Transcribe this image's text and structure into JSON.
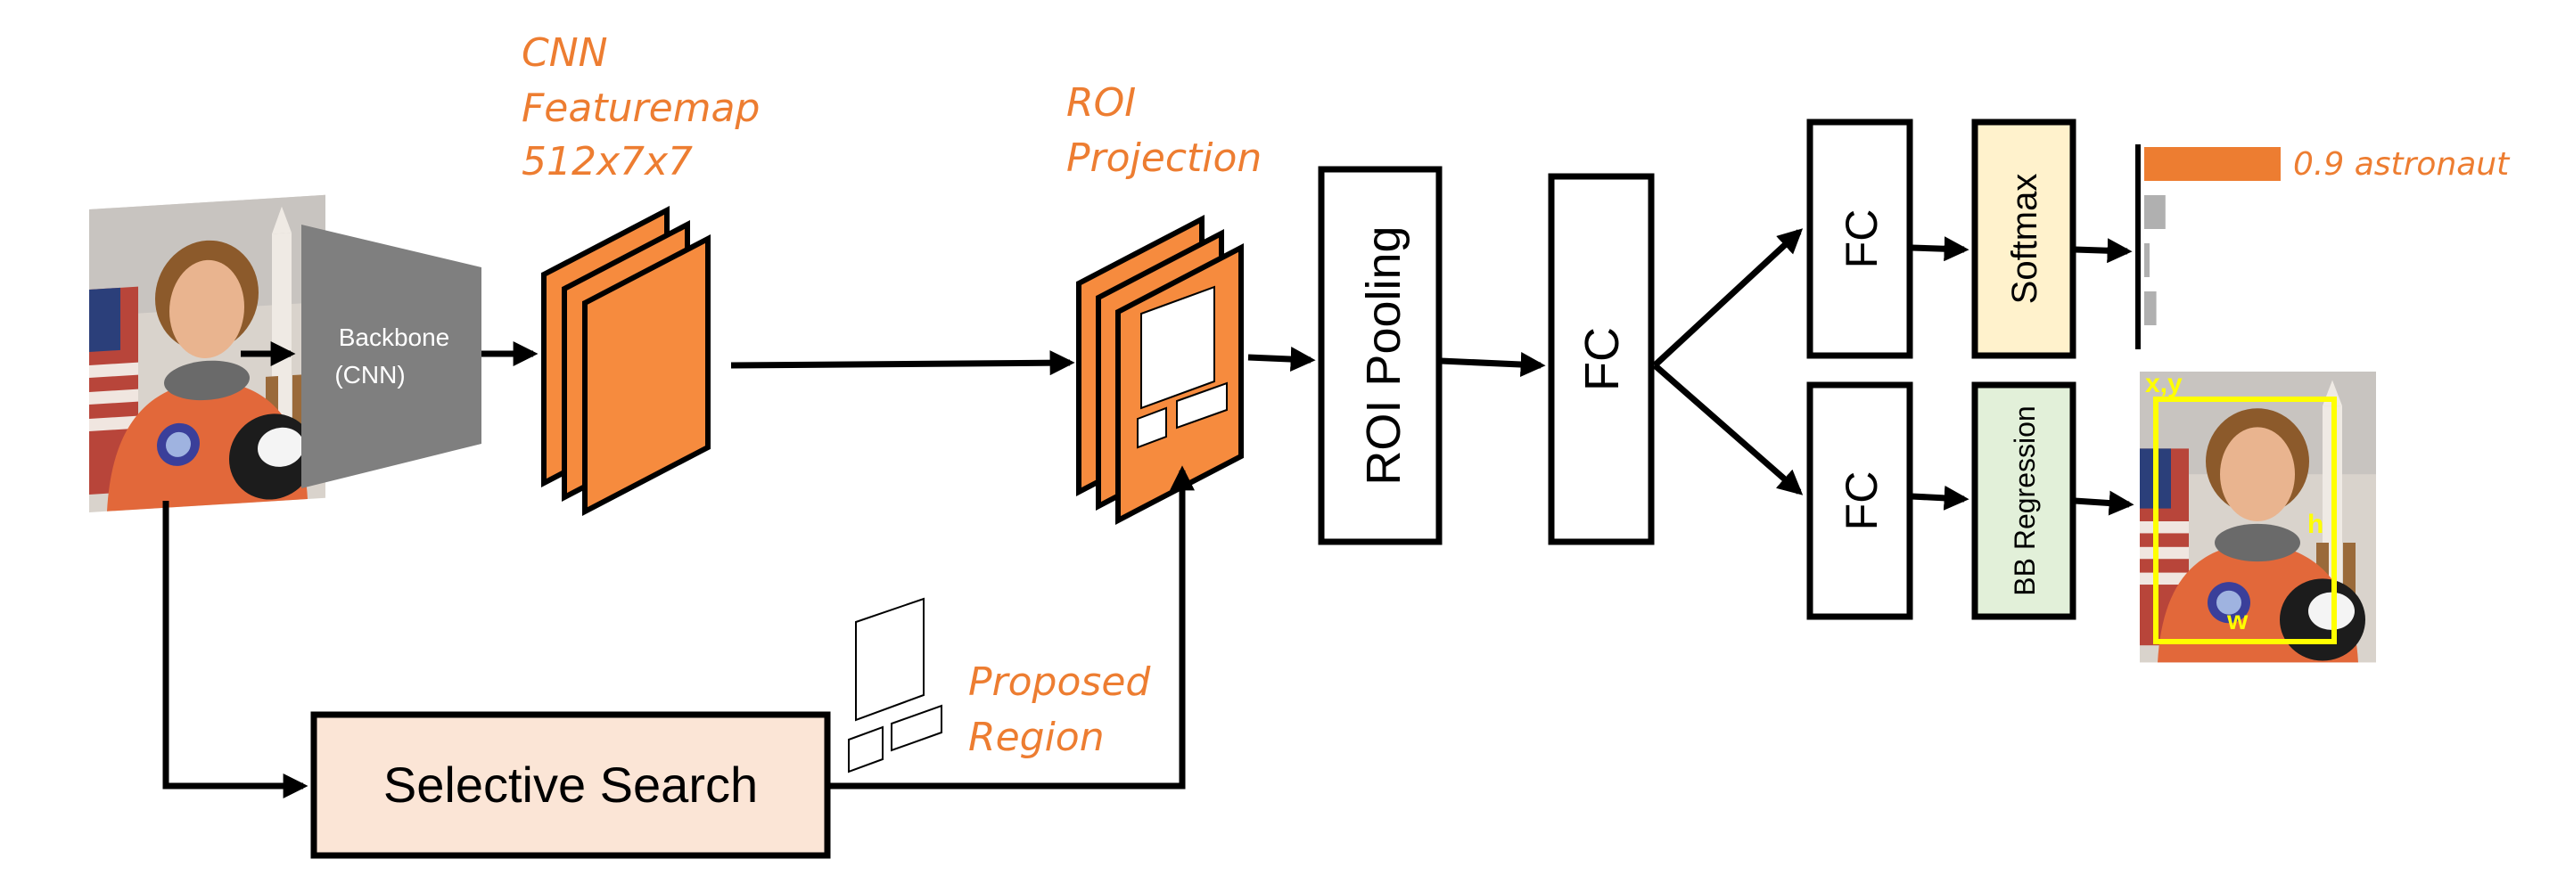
{
  "colors": {
    "accent_orange": "#ed7d31",
    "box_fill_orange": "#f68b3e",
    "backbone_gray": "#7f7f7f",
    "selective_search_fill": "#fbe5d6",
    "softmax_fill": "#fff2cc",
    "bb_regression_fill": "#e2f0d9",
    "bbox_yellow": "#ffff00",
    "bar_gray": "#b0b0b0"
  },
  "labels": {
    "backbone_line1": "Backbone",
    "backbone_line2": "(CNN)",
    "cnn_line1": "CNN",
    "cnn_line2": "Featuremap",
    "cnn_line3": "512x7x7",
    "roi_line1": "ROI",
    "roi_line2": "Projection",
    "roi_pooling": "ROI Pooling",
    "fc_main": "FC",
    "fc_top": "FC",
    "fc_bottom": "FC",
    "softmax": "Softmax",
    "bb_regression": "BB Regression",
    "selective_search": "Selective Search",
    "proposed_line1": "Proposed",
    "proposed_line2": "Region",
    "score": "0.9 astronaut",
    "bbox_xy": "x,y",
    "bbox_h": "h",
    "bbox_w": "w"
  },
  "icons": {
    "input_image": "astronaut-photo-icon",
    "output_image": "astronaut-photo-with-bbox-icon"
  },
  "class_scores": [
    0.9,
    0.14,
    0.02,
    0.08
  ]
}
